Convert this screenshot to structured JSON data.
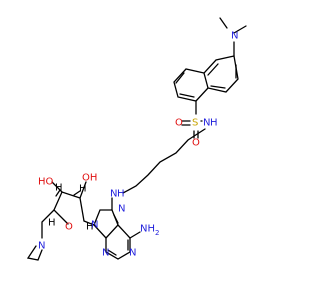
{
  "colors": {
    "bond": "#000000",
    "nitrogen": "#1f1fdc",
    "oxygen": "#e01010",
    "sulfur": "#c8a400",
    "carbon": "#000000"
  },
  "atoms": [
    {
      "id": "nme2",
      "text": "N",
      "element": "N"
    },
    {
      "id": "s1",
      "text": "S",
      "element": "S"
    },
    {
      "id": "o1",
      "text": "O",
      "element": "O"
    },
    {
      "id": "o2",
      "text": "O",
      "element": "O"
    },
    {
      "id": "nh1",
      "text": "N",
      "element": "N"
    },
    {
      "id": "nh1h",
      "text": "H",
      "element": "N"
    },
    {
      "id": "nh2",
      "text": "N",
      "element": "N"
    },
    {
      "id": "nh2h",
      "text": "H",
      "element": "N"
    },
    {
      "id": "ho1",
      "text": "HO",
      "element": "O"
    },
    {
      "id": "oh1",
      "text": "OH",
      "element": "O"
    },
    {
      "id": "h_a",
      "text": "H",
      "element": "C"
    },
    {
      "id": "h_b",
      "text": "H",
      "element": "C"
    },
    {
      "id": "h_c",
      "text": "H",
      "element": "C"
    },
    {
      "id": "h_d",
      "text": "H",
      "element": "C"
    },
    {
      "id": "oring",
      "text": "O",
      "element": "O"
    },
    {
      "id": "naz",
      "text": "N",
      "element": "N"
    },
    {
      "id": "n9",
      "text": "N",
      "element": "N"
    },
    {
      "id": "n7",
      "text": "N",
      "element": "N"
    },
    {
      "id": "n3",
      "text": "N",
      "element": "N"
    },
    {
      "id": "n1",
      "text": "N",
      "element": "N"
    },
    {
      "id": "nh2am",
      "text": "NH",
      "element": "N"
    },
    {
      "id": "nh2sub",
      "text": "2",
      "element": "N"
    }
  ]
}
